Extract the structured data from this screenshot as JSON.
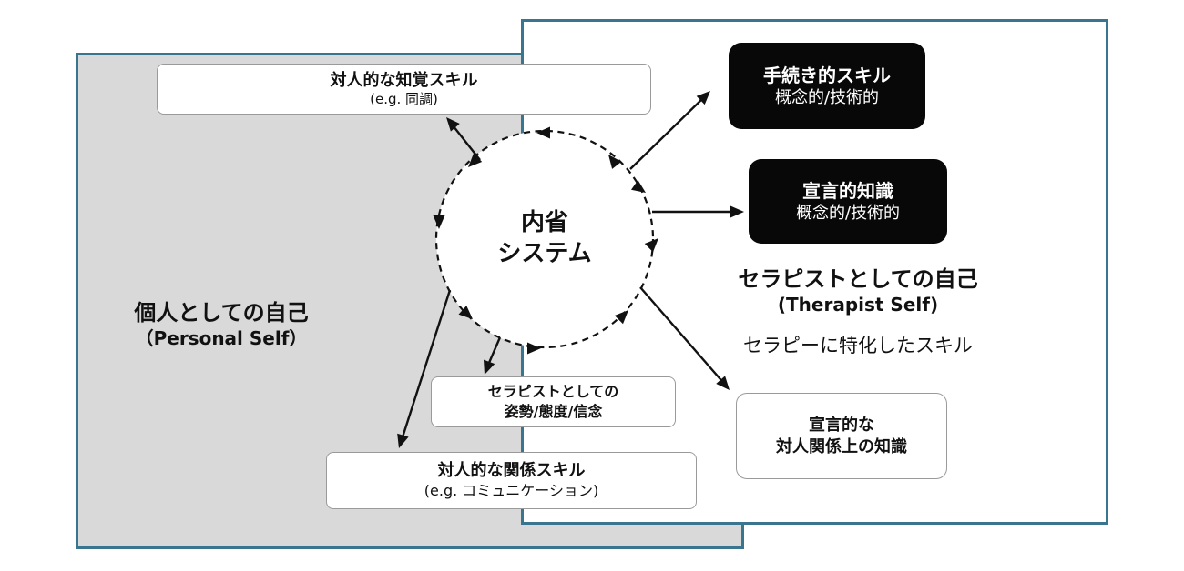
{
  "personal_self": {
    "title": "個人としての自己",
    "subtitle": "（Personal Self）"
  },
  "therapist_self": {
    "title": "セラピストとしての自己",
    "subtitle": "(Therapist Self)",
    "note": "セラピーに特化したスキル"
  },
  "center": {
    "line1": "内省",
    "line2": "システム"
  },
  "boxes": {
    "perceptual_skills": {
      "title": "対人的な知覚スキル",
      "subtitle": "(e.g. 同調)"
    },
    "procedural_skills": {
      "title": "手続き的スキル",
      "subtitle": "概念的/技術的"
    },
    "declarative_knowledge": {
      "title": "宣言的知識",
      "subtitle": "概念的/技術的"
    },
    "stance": {
      "line1": "セラピストとしての",
      "line2": "姿勢/態度/信念"
    },
    "relational_skills": {
      "title": "対人的な関係スキル",
      "subtitle": "(e.g. コミュニケーション)"
    },
    "declarative_interpersonal": {
      "line1": "宣言的な",
      "line2": "対人関係上の知識"
    }
  },
  "colors": {
    "border_teal": "#39758e",
    "panel_gray": "#d9d9d9",
    "node_black": "#080808"
  }
}
